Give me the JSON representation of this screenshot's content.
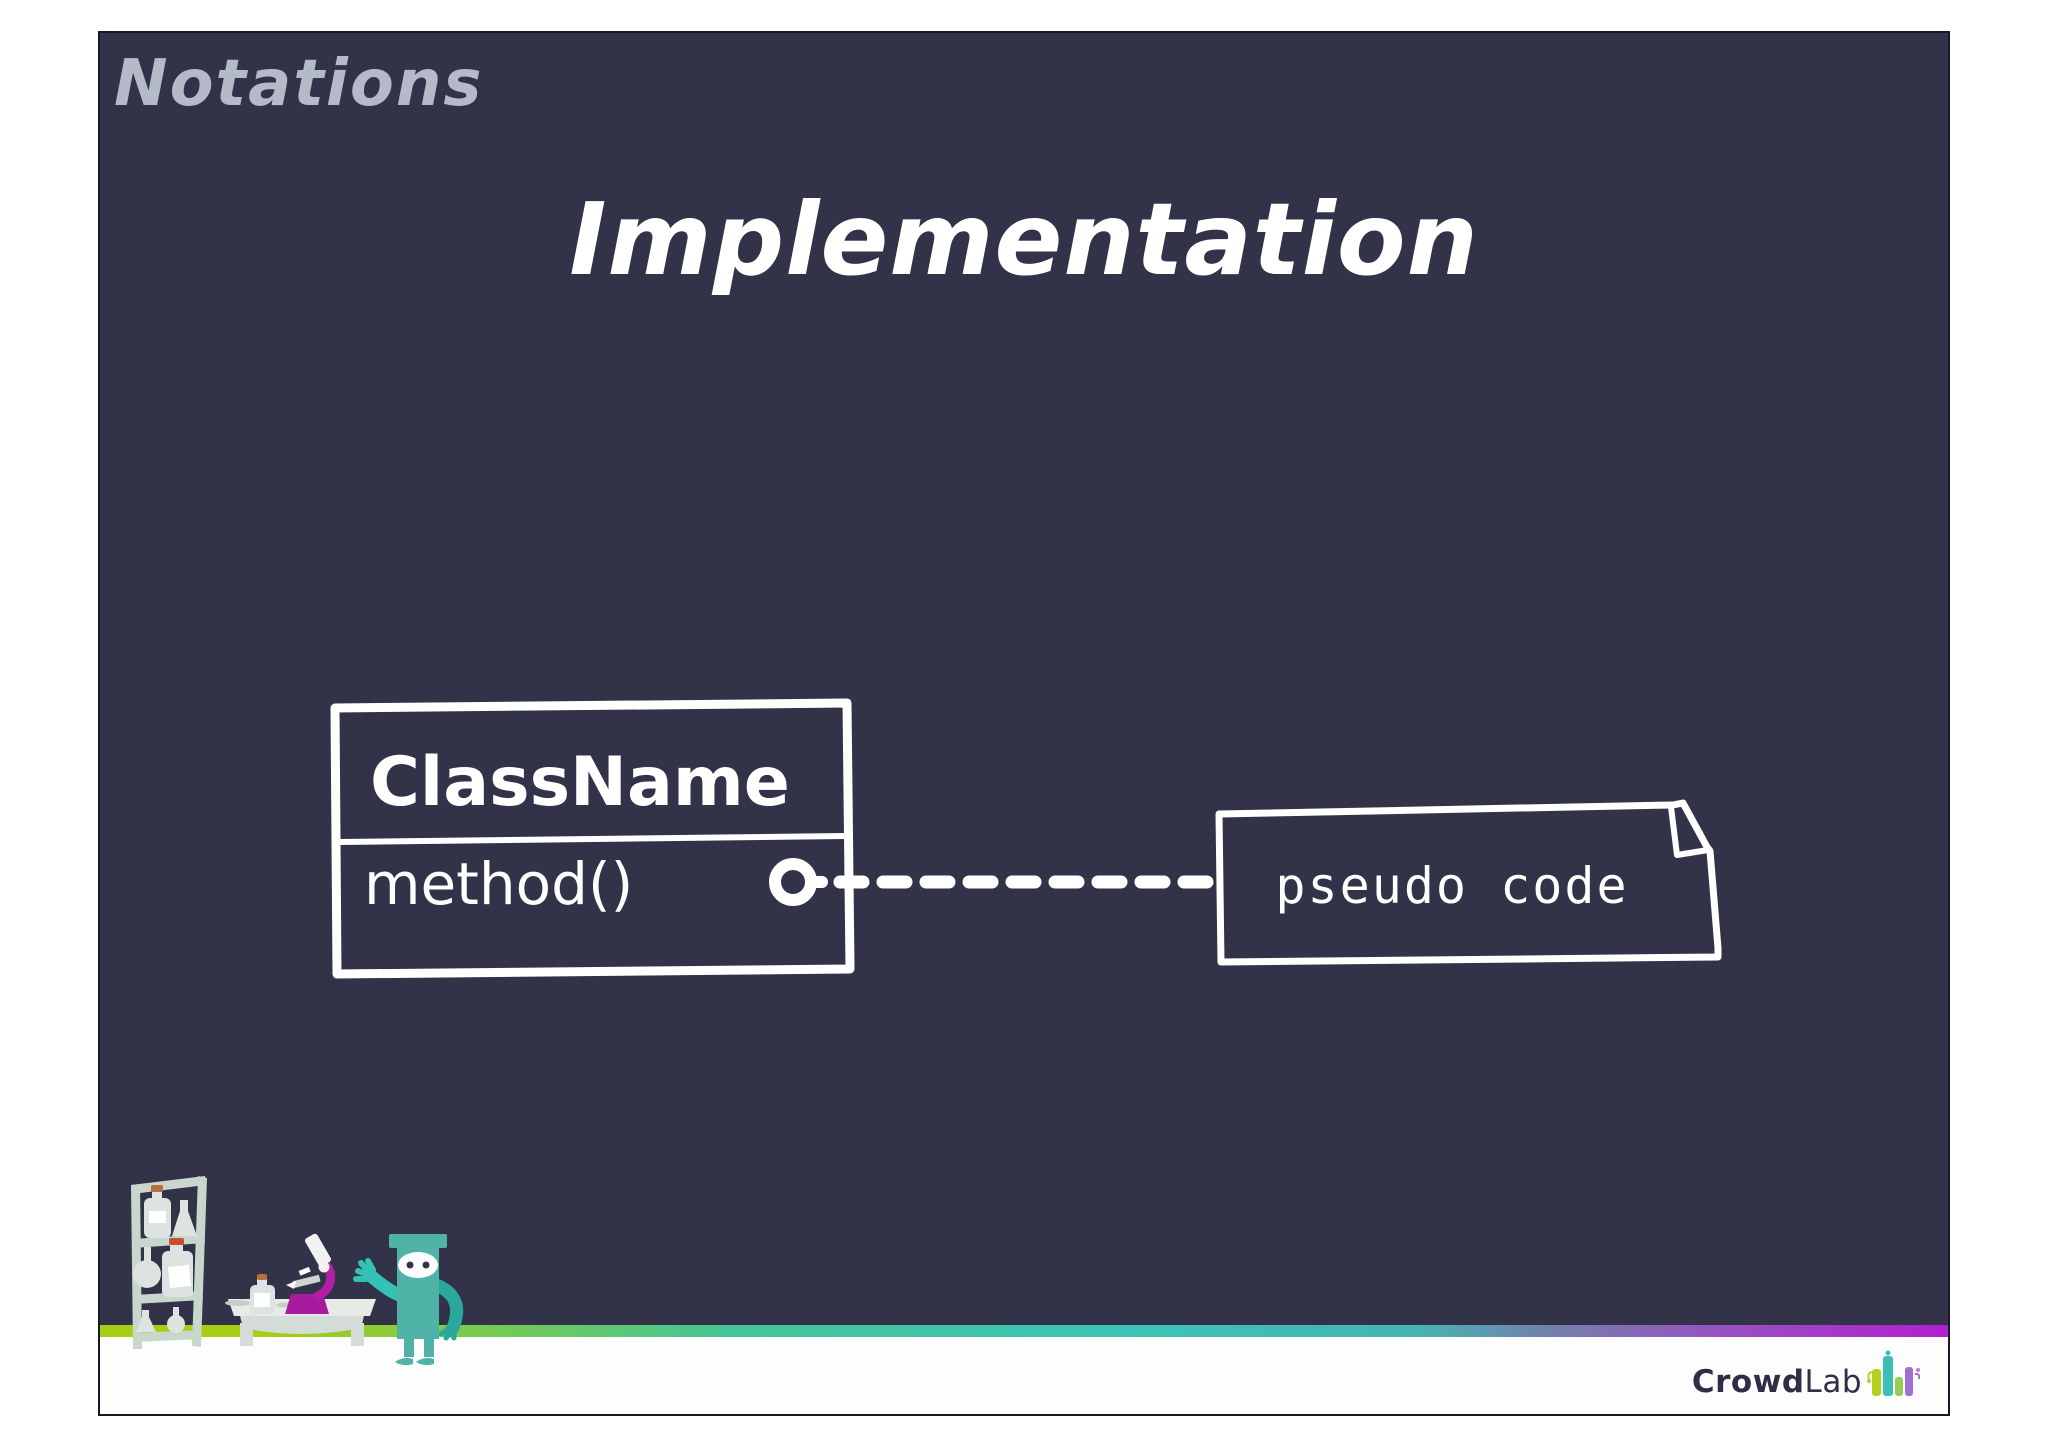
{
  "slide": {
    "header": "Notations",
    "title": "Implementation",
    "diagram": {
      "class_box": {
        "name": "ClassName",
        "method": "method()"
      },
      "note": {
        "text": "pseudo code"
      }
    },
    "logo": {
      "brand_bold": "Crowd",
      "brand_light": "Lab"
    },
    "colors": {
      "slide_background": "#323349",
      "header_text": "#b4bac7",
      "diagram_stroke": "#ffffff",
      "stripe_green": "#a6ce13",
      "stripe_teal": "#3cc4b6",
      "stripe_slate": "#7282ab",
      "stripe_magenta": "#b21fce",
      "character_body_teal": "#4fb3a8",
      "character_arm_teal": "#35c1b4",
      "character_arm_dark_teal": "#2aa89c",
      "microscope_magenta": "#a81b9e",
      "furniture_sage": "#c9d6cd",
      "vessel_gray": "#dce3e0",
      "cork_orange": "#b5703a",
      "cork_red": "#c2502e",
      "logo_navy": "#2e2e48",
      "logo_lime": "#b5cf1e",
      "logo_teal": "#3cc0b5",
      "logo_green": "#93d04f",
      "logo_purple": "#9e6fd4"
    }
  }
}
